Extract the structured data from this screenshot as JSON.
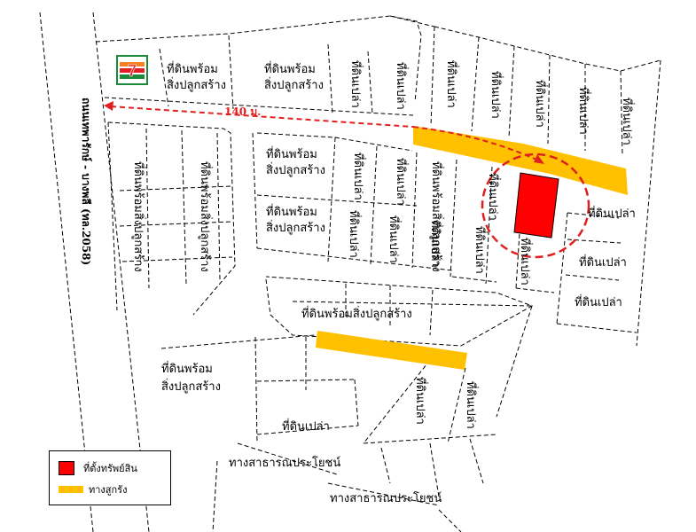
{
  "map": {
    "colors": {
      "subject": "#ff0000",
      "alley": "#ffc000",
      "distance_arrow": "#e02020",
      "boundary": "#000000"
    },
    "main_road": "ถนนเทพารักษ์ - บางพลี (ทล.2058)",
    "distance": "140 ม.",
    "public_roads": [
      "ทางสาธารณประโยชน์",
      "ทางสาธารณประโยชน์"
    ],
    "plots": {
      "developed": "ที่ดินพร้อมสิ่งปลูกสร้าง",
      "developed_line1": "ที่ดินพร้อม",
      "developed_line2": "สิ่งปลูกสร้าง",
      "vacant": "ที่ดินเปล่า"
    },
    "landmark": {
      "icon": "seven-eleven-logo",
      "text": "7-ELEVEN"
    }
  },
  "legend": {
    "subject_label": "ที่ตั้งทรัพย์สิน",
    "alley_label": "ทางสูกรัง"
  }
}
